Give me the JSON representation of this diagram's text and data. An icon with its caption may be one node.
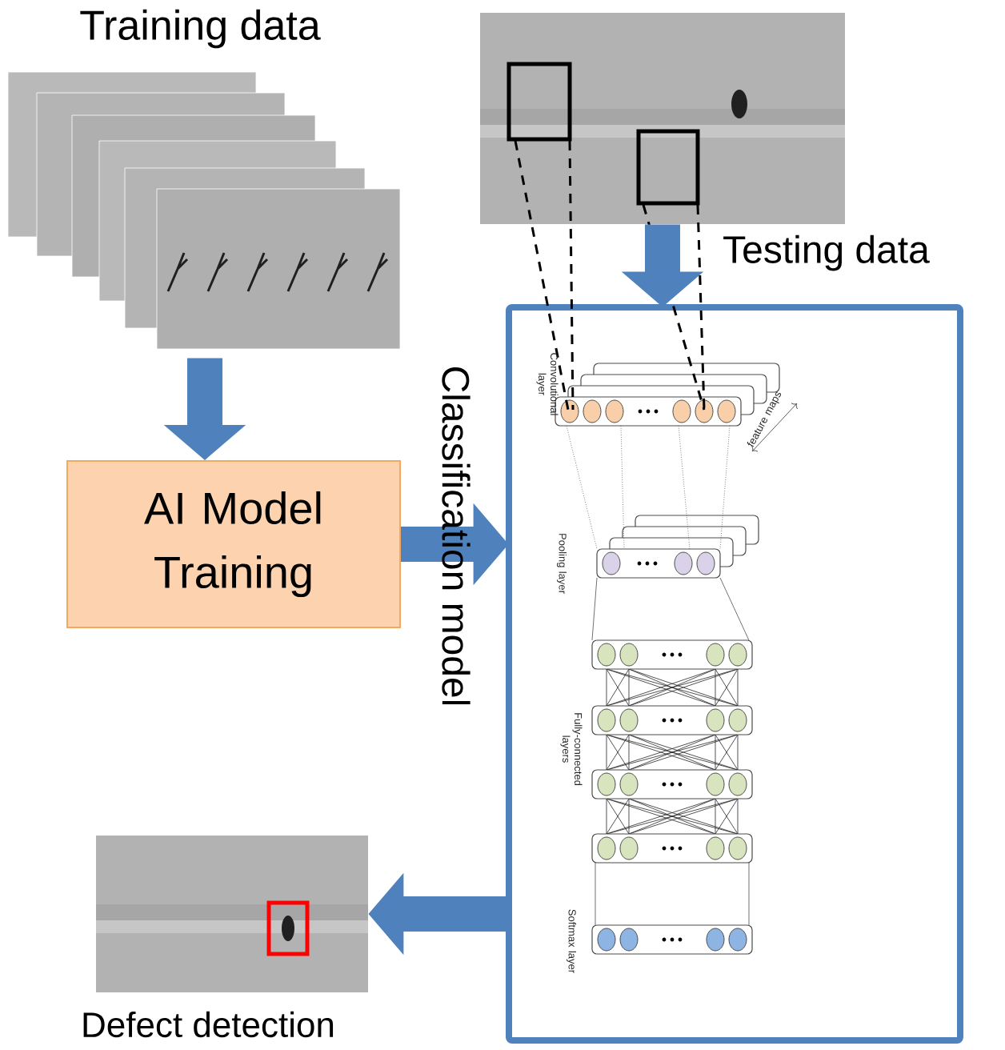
{
  "diagram": {
    "nodes": [
      {
        "text": [
          "Training data"
        ]
      },
      {
        "text": [
          "Testing data"
        ]
      },
      {
        "text": [
          "AI Model Training"
        ]
      },
      {
        "text": [
          "Classification model"
        ]
      },
      {
        "text": [
          "Defect detection"
        ]
      }
    ],
    "edges": [
      {
        "from": 0,
        "to": 2,
        "arrow": "to"
      },
      {
        "from": 1,
        "to": 3,
        "arrow": "to"
      },
      {
        "from": 2,
        "to": 3,
        "arrow": "to"
      },
      {
        "from": 3,
        "to": 4,
        "arrow": "to"
      }
    ],
    "labels": [
      "Convolutional layer",
      "feature maps",
      "Pooling layer",
      "Fully-connected layers",
      "Softmax layer"
    ]
  }
}
